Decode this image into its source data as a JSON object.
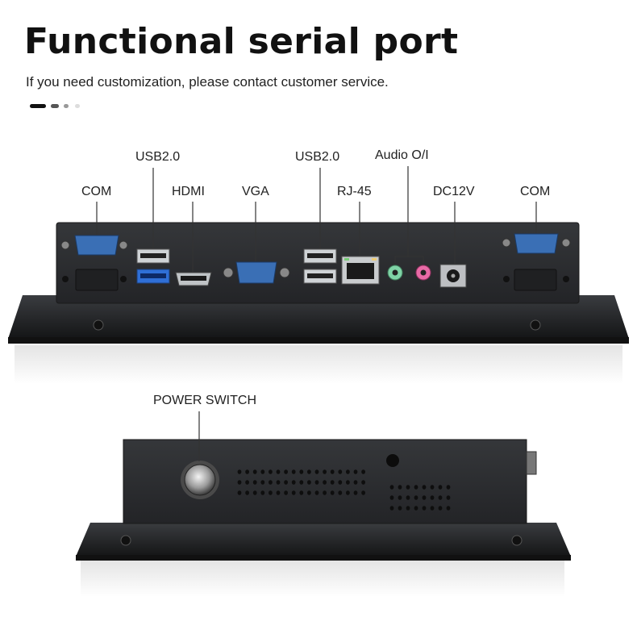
{
  "header": {
    "title": "Functional serial port",
    "subtitle": "If you need customization, please contact customer service."
  },
  "labels": {
    "com_left": "COM",
    "usb_left": "USB2.0",
    "hdmi": "HDMI",
    "vga": "VGA",
    "usb_right": "USB2.0",
    "rj45": "RJ-45",
    "audio": "Audio O/I",
    "dc": "DC12V",
    "com_right": "COM",
    "power_switch": "POWER SWITCH"
  },
  "colors": {
    "panel": "#2b2d30",
    "bezel": "#1c1d1f",
    "com_blue": "#3a6fb5",
    "usb3_blue": "#2f6fd6",
    "audio_green": "#7fd3a6",
    "audio_pink": "#e86aa6"
  }
}
